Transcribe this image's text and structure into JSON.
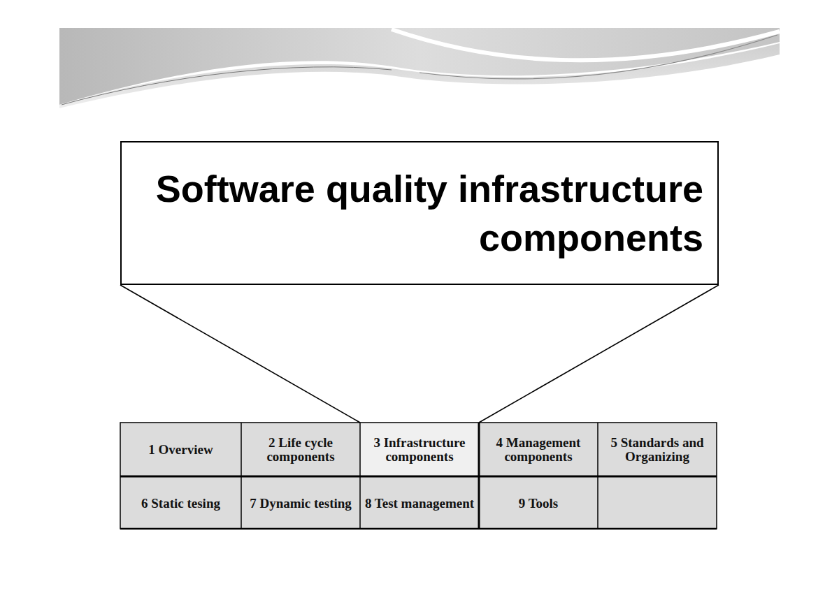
{
  "diagram": {
    "nodes": [
      {
        "text": [
          "Software quality infrastructure components"
        ]
      }
    ],
    "labels": [
      "1 Overview",
      "2 Life cycle components",
      "3 Infrastructure components",
      "4 Management components",
      "5 Standards and Organizing",
      "6 Static tesing",
      "7 Dynamic testing",
      "8 Test management",
      "9 Tools"
    ]
  }
}
